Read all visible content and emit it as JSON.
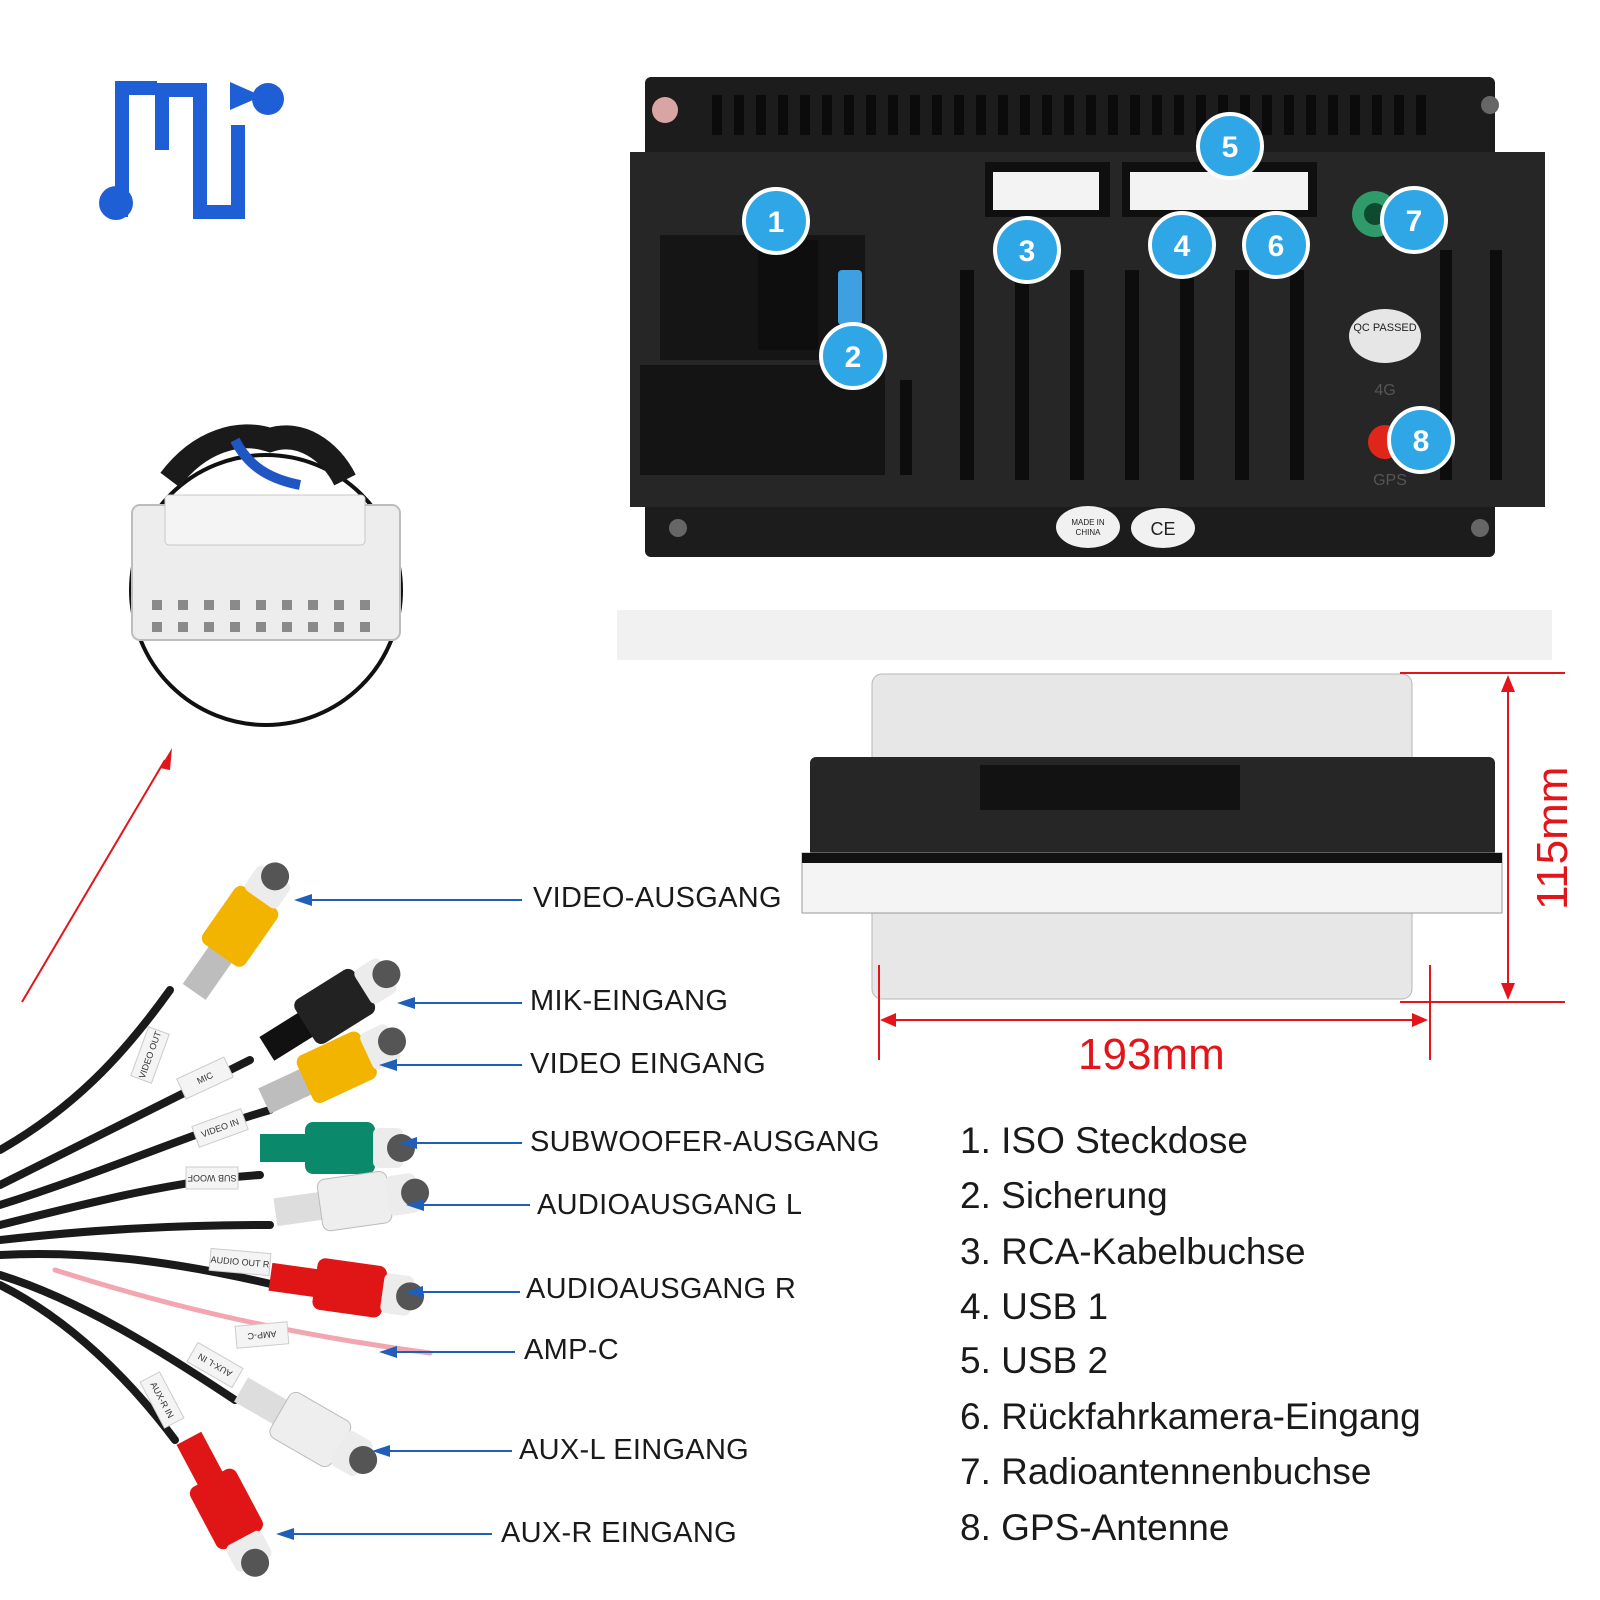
{
  "cable_labels": [
    "VIDEO-AUSGANG",
    "MIK-EINGANG",
    "VIDEO EINGANG",
    "SUBWOOFER-AUSGANG",
    "AUDIOAUSGANG L",
    "AUDIOAUSGANG R",
    "AMP-C",
    "AUX-L EINGANG",
    "AUX-R EINGANG"
  ],
  "tags": [
    "VIDEO OUT",
    "MIC",
    "VIDEO IN",
    "SUB WOOF",
    "AUDIO OUT R",
    "AMP-C",
    "AUX-L IN",
    "AUX-R IN"
  ],
  "legend": [
    "1. ISO Steckdose",
    "2. Sicherung",
    "3. RCA-Kabelbuchse",
    "4. USB 1",
    "5. USB 2",
    "6. Rückfahrkamera-Eingang",
    "7. Radioantennenbuchse",
    "8. GPS-Antenne"
  ],
  "badges": [
    "1",
    "2",
    "3",
    "4",
    "5",
    "6",
    "7",
    "8"
  ],
  "dimensions": {
    "width": "193mm",
    "height": "115mm"
  },
  "unit_marks": {
    "made_in": "MADE IN CHINA",
    "ce": "CE",
    "qc": "QC PASSED",
    "gps": "GPS",
    "label_4g": "4G"
  },
  "colors": {
    "brand_blue": "#1f5fd6",
    "badge_blue": "#2fa6e6",
    "dimension_red": "#e3151a",
    "arrow_blue": "#1f5fb8",
    "rca_yellow": "#f3b400",
    "rca_green": "#0a8a6a",
    "rca_red": "#e01515",
    "rca_white": "#eeeeee",
    "rca_black": "#222222"
  },
  "icons": [
    "brand-logo-icon",
    "arrow-icon",
    "rca-connector-icon",
    "badge-icon"
  ]
}
